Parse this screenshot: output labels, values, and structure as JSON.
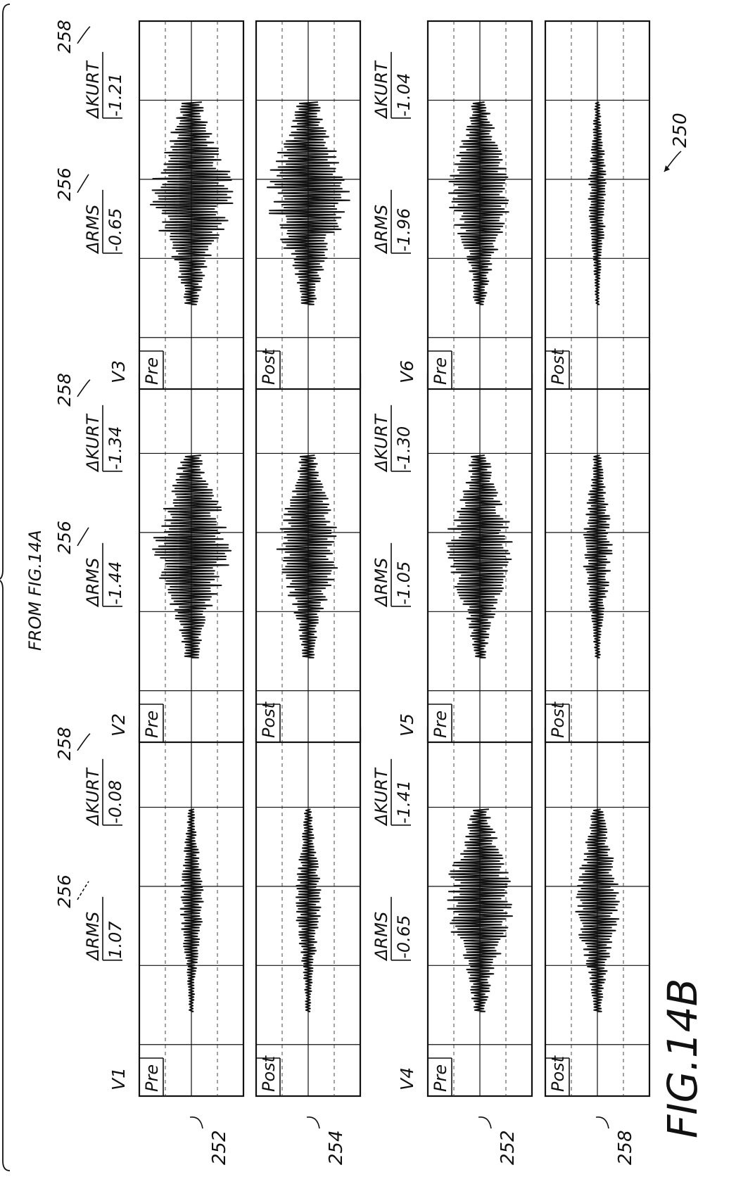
{
  "header": {
    "from_label": "FROM FIG.14A"
  },
  "figure_label": "FIG.14B",
  "overall_ref": "250",
  "leads": [
    {
      "lead": "V1",
      "rms_label": "ΔRMS",
      "rms_value": "1.07",
      "rms_ref": "256",
      "kurt_label": "ΔKURT",
      "kurt_value": "-0.08",
      "kurt_ref": "258",
      "pre_label": "Pre",
      "post_label": "Post",
      "pre_ref": "252",
      "post_ref": "254",
      "pre_amp": 0.28,
      "post_amp": 0.3
    },
    {
      "lead": "V2",
      "rms_label": "ΔRMS",
      "rms_value": "-1.44",
      "rms_ref": "256",
      "kurt_label": "ΔKURT",
      "kurt_value": "-1.34",
      "kurt_ref": "258",
      "pre_label": "Pre",
      "post_label": "Post",
      "pre_amp": 0.95,
      "post_amp": 0.75
    },
    {
      "lead": "V3",
      "rms_label": "ΔRMS",
      "rms_value": "-0.65",
      "rms_ref": "256",
      "kurt_label": "ΔKURT",
      "kurt_value": "-1.21",
      "kurt_ref": "258",
      "pre_label": "Pre",
      "post_label": "Post",
      "pre_amp": 1.0,
      "post_amp": 1.0
    },
    {
      "lead": "V4",
      "rms_label": "ΔRMS",
      "rms_value": "-0.65",
      "kurt_label": "ΔKURT",
      "kurt_value": "-1.41",
      "pre_label": "Pre",
      "post_label": "Post",
      "pre_ref": "252",
      "post_ref": "258",
      "pre_amp": 0.85,
      "post_amp": 0.55
    },
    {
      "lead": "V5",
      "rms_label": "ΔRMS",
      "rms_value": "-1.05",
      "kurt_label": "ΔKURT",
      "kurt_value": "-1.30",
      "pre_label": "Pre",
      "post_label": "Post",
      "pre_amp": 0.8,
      "post_amp": 0.35
    },
    {
      "lead": "V6",
      "rms_label": "ΔRMS",
      "rms_value": "-1.96",
      "kurt_label": "ΔKURT",
      "kurt_value": "-1.04",
      "pre_label": "Pre",
      "post_label": "Post",
      "pre_amp": 0.75,
      "post_amp": 0.22
    }
  ]
}
